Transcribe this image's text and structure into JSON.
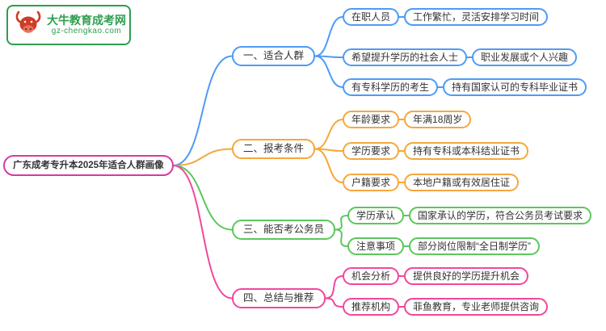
{
  "logo": {
    "title": "大牛教育成考网",
    "subtitle": "gz-chengkao.com",
    "icon": "bull-icon",
    "accent_green": "#2E9E4F",
    "accent_red": "#CE3B26"
  },
  "root": {
    "label": "广东成考专升本2025年适合人群画像",
    "color": "#D43BA2"
  },
  "branches": [
    {
      "label": "一、适合人群",
      "color": "#4E9BF5",
      "children": [
        {
          "key": "在职人员",
          "value": "工作繁忙，灵活安排学习时间"
        },
        {
          "key": "希望提升学历的社会人士",
          "value": "职业发展或个人兴趣"
        },
        {
          "key": "有专科学历的考生",
          "value": "持有国家认可的专科毕业证书"
        }
      ]
    },
    {
      "label": "二、报考条件",
      "color": "#F6A73B",
      "children": [
        {
          "key": "年龄要求",
          "value": "年满18周岁"
        },
        {
          "key": "学历要求",
          "value": "持有专科或本科结业证书"
        },
        {
          "key": "户籍要求",
          "value": "本地户籍或有效居住证"
        }
      ]
    },
    {
      "label": "三、能否考公务员",
      "color": "#5BC75B",
      "children": [
        {
          "key": "学历承认",
          "value": "国家承认的学历，符合公务员考试要求"
        },
        {
          "key": "注意事项",
          "value": "部分岗位限制“全日制学历”"
        }
      ]
    },
    {
      "label": "四、总结与推荐",
      "color": "#F2479B",
      "children": [
        {
          "key": "机会分析",
          "value": "提供良好的学历提升机会"
        },
        {
          "key": "推荐机构",
          "value": "菲鱼教育，专业老师提供咨询"
        }
      ]
    }
  ]
}
